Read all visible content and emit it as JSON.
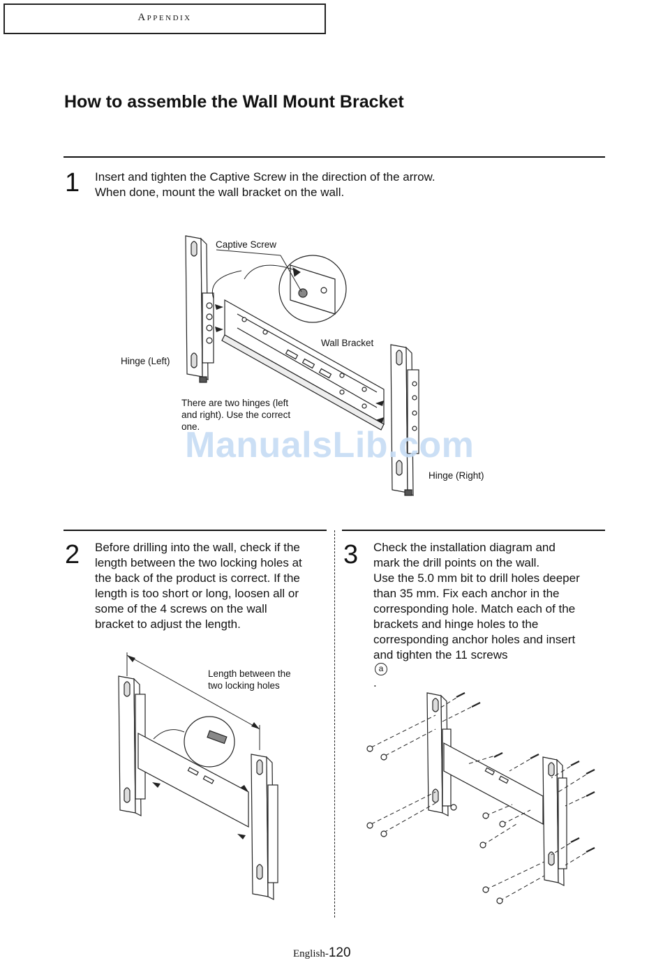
{
  "header": {
    "section": "Appendix"
  },
  "title": "How to assemble the Wall Mount Bracket",
  "steps": [
    {
      "number": "1",
      "lines": [
        "Insert and tighten the Captive Screw in the direction of the arrow.",
        "When done, mount the wall bracket on the wall."
      ],
      "labels": {
        "captive_screw": "Captive Screw",
        "wall_bracket": "Wall Bracket",
        "hinge_left": "Hinge (Left)",
        "hinge_right": "Hinge (Right)",
        "hinges_note": "There are two hinges (left and right). Use the correct one."
      }
    },
    {
      "number": "2",
      "lines": [
        "Before drilling into the wall, check if the",
        "length between the two locking holes at",
        "the back of the product is correct. If the",
        "length is too short or long, loosen all or",
        "some of the 4 screws on the wall",
        "bracket to adjust the length."
      ],
      "labels": {
        "length": "Length between the two locking holes"
      }
    },
    {
      "number": "3",
      "lines": [
        "Check the installation diagram and",
        "mark the drill points on the wall.",
        "Use the 5.0 mm bit to drill holes deeper",
        "than 35 mm. Fix each anchor in the",
        "corresponding hole. Match each of the",
        "brackets and hinge holes to the",
        "corresponding anchor holes and insert",
        "and tighten the 11 screws"
      ],
      "screw_marker": "a",
      "last_line_end": "."
    }
  ],
  "watermark": "ManualsLib.com",
  "footer": {
    "language": "English-",
    "page": "120"
  }
}
